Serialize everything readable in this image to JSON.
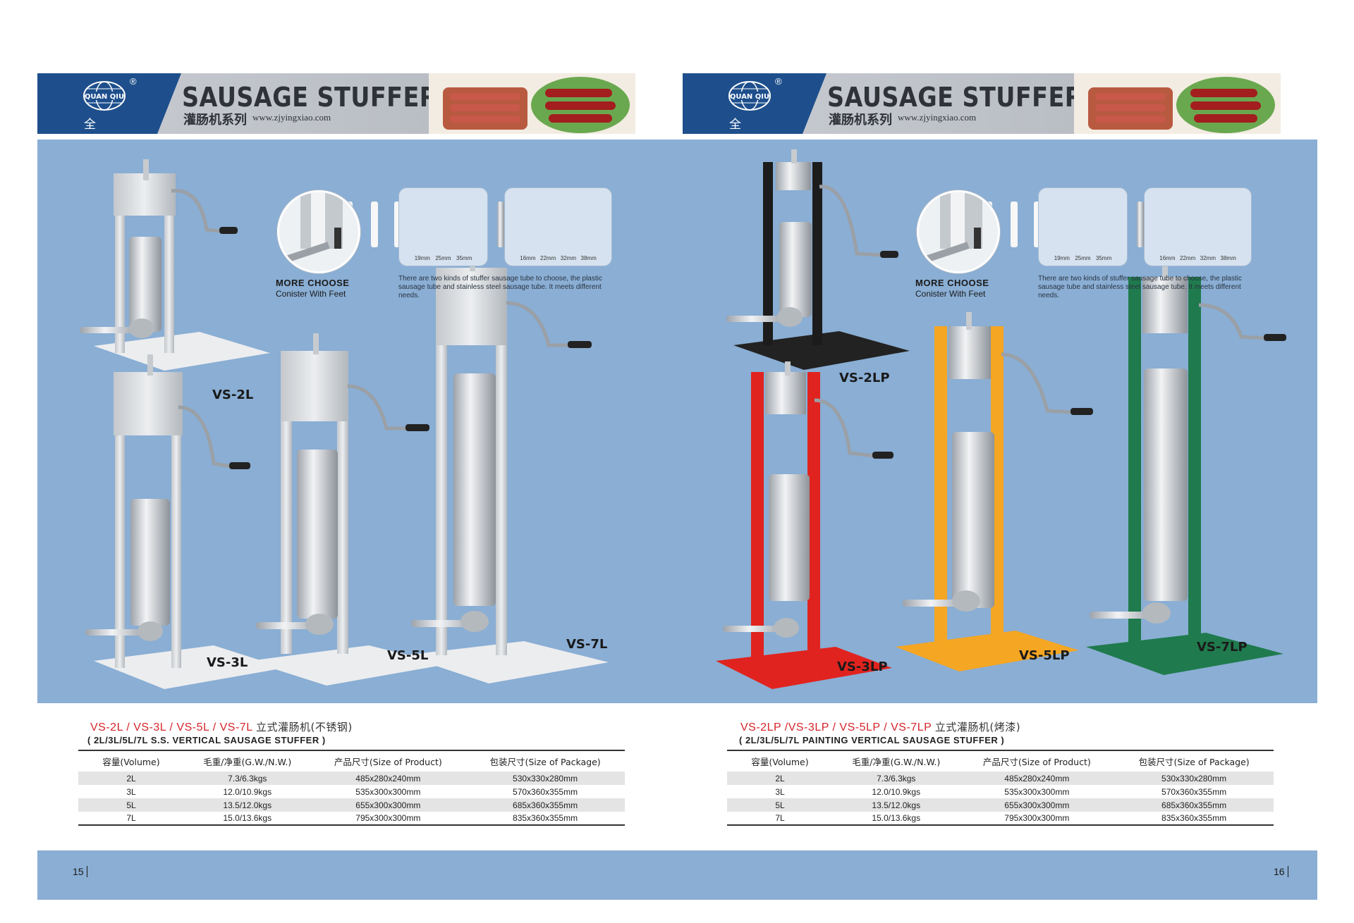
{
  "header": {
    "brand": "QUAN QIU",
    "brand_cn": "全球",
    "reg": "®",
    "title": "SAUSAGE STUFFER",
    "title_cn": "灌肠机系列",
    "url": "www.zjyingxiao.com"
  },
  "panel": {
    "more_choose": "MORE CHOOSE",
    "conister": "Conister With Feet",
    "plastic_sizes": [
      "19mm",
      "25mm",
      "35mm"
    ],
    "steel_sizes": [
      "16mm",
      "22mm",
      "32mm",
      "38mm"
    ],
    "tube_note": "There are two kinds of stuffer sausage tube to choose, the plastic sausage tube and stainless steel sausage tube. It meets different needs."
  },
  "left": {
    "models": [
      "VS-2L",
      "VS-3L",
      "VS-5L",
      "VS-7L"
    ],
    "spec_title": "VS-2L / VS-3L / VS-5L / VS-7L",
    "spec_title_cn": "立式灌肠机(不锈钢)",
    "spec_sub": "( 2L/3L/5L/7L S.S. VERTICAL SAUSAGE STUFFER )",
    "page": "15",
    "colors": {
      "frame": "#d8dadd"
    }
  },
  "right": {
    "models": [
      "VS-2LP",
      "VS-3LP",
      "VS-5LP",
      "VS-7LP"
    ],
    "spec_title": "VS-2LP /VS-3LP / VS-5LP / VS-7LP",
    "spec_title_cn": "立式灌肠机(烤漆)",
    "spec_sub": "( 2L/3L/5L/7L PAINTING VERTICAL SAUSAGE STUFFER )",
    "page": "16",
    "colors": {
      "black": "#1c1c1c",
      "red": "#e0231f",
      "orange": "#f5a623",
      "green": "#1f7a4d"
    }
  },
  "table": {
    "headers": [
      "容量(Volume)",
      "毛重/净重(G.W./N.W.)",
      "产品尺寸(Size of Product)",
      "包装尺寸(Size of Package)"
    ],
    "rows": [
      [
        "2L",
        "7.3/6.3kgs",
        "485x280x240mm",
        "530x330x280mm"
      ],
      [
        "3L",
        "12.0/10.9kgs",
        "535x300x300mm",
        "570x360x355mm"
      ],
      [
        "5L",
        "13.5/12.0kgs",
        "655x300x300mm",
        "685x360x355mm"
      ],
      [
        "7L",
        "15.0/13.6kgs",
        "795x300x300mm",
        "835x360x355mm"
      ]
    ]
  }
}
